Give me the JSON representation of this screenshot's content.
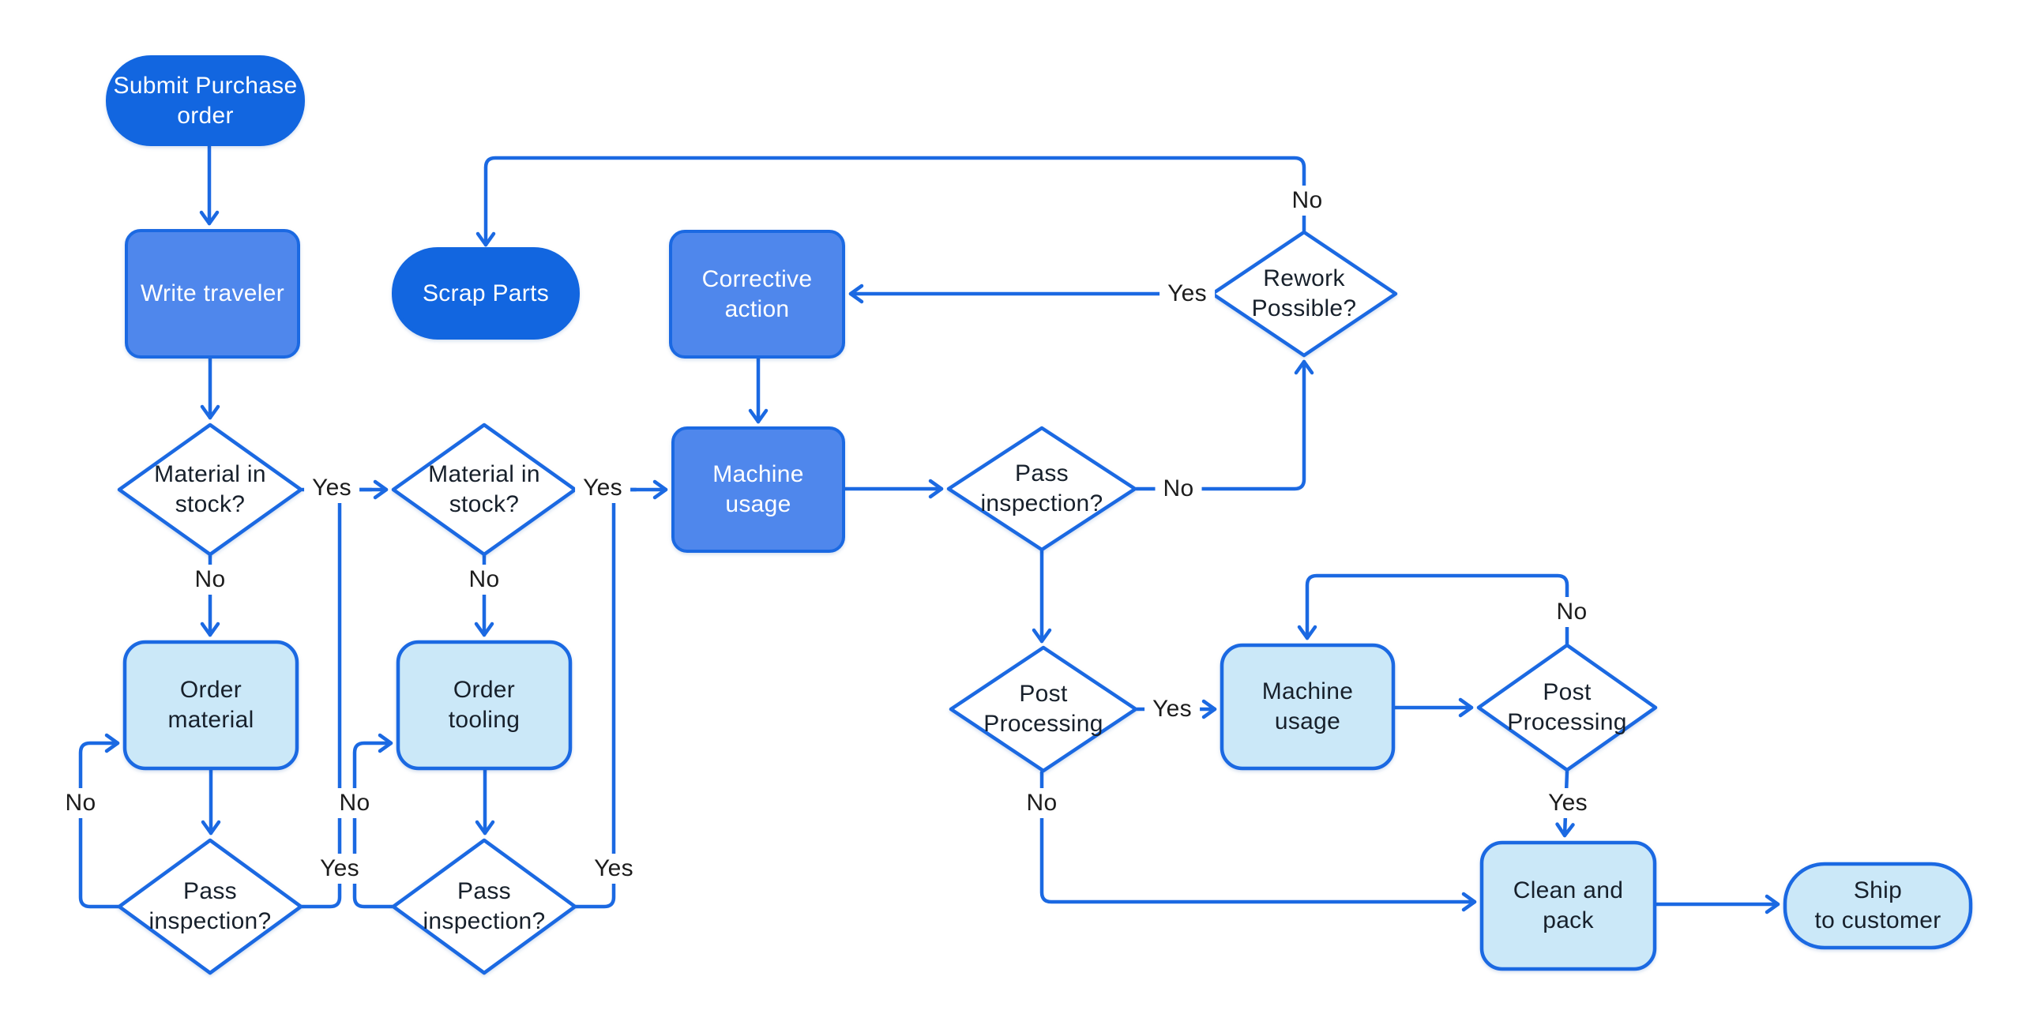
{
  "diagram_title": "Purchase order / manufacturing process flowchart",
  "colors": {
    "dark_blue_fill": "#1266e0",
    "medium_blue_fill": "#4f87ec",
    "light_blue_fill": "#cbe8f8",
    "stroke_blue": "#1b69e2",
    "text_light": "#ffffff",
    "text_dark": "#17202b",
    "background": "#ffffff"
  },
  "nodes": {
    "submit_po": {
      "label": "Submit Purchase\norder"
    },
    "write_traveler": {
      "label": "Write traveler"
    },
    "material_in_stock_1": {
      "label": "Material in\nstock?"
    },
    "order_material": {
      "label": "Order\nmaterial"
    },
    "pass_inspection_1": {
      "label": "Pass\ninspection?"
    },
    "material_in_stock_2": {
      "label": "Material in\nstock?"
    },
    "order_tooling": {
      "label": "Order\ntooling"
    },
    "pass_inspection_2": {
      "label": "Pass\ninspection?"
    },
    "scrap_parts": {
      "label": "Scrap Parts"
    },
    "corrective_action": {
      "label": "Corrective\naction"
    },
    "machine_usage_1": {
      "label": "Machine\nusage"
    },
    "pass_inspection_3": {
      "label": "Pass\ninspection?"
    },
    "rework_possible": {
      "label": "Rework\nPossible?"
    },
    "post_processing_1": {
      "label": "Post\nProcessing"
    },
    "machine_usage_2": {
      "label": "Machine\nusage"
    },
    "post_processing_2": {
      "label": "Post\nProcessing"
    },
    "clean_and_pack": {
      "label": "Clean and\npack"
    },
    "ship_to_customer": {
      "label": "Ship\nto customer"
    }
  },
  "edge_labels": {
    "mat1_yes": "Yes",
    "mat1_no": "No",
    "pass1_yes": "Yes",
    "pass1_no": "No",
    "mat2_yes": "Yes",
    "mat2_no": "No",
    "pass2_yes": "Yes",
    "pass2_no": "No",
    "pass3_no": "No",
    "rework_yes": "Yes",
    "rework_no": "No",
    "post1_yes": "Yes",
    "post1_no": "No",
    "post2_no": "No",
    "post2_yes": "Yes"
  }
}
